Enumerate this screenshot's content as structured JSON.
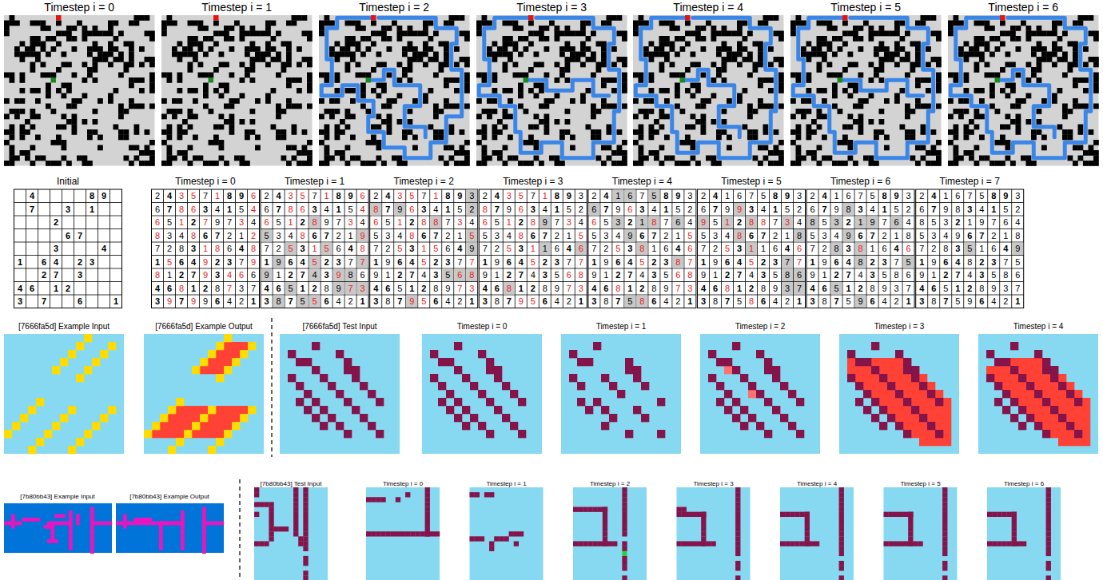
{
  "diagram": {
    "labels": [
      "Timestep i = 0",
      "Timestep i = 1",
      "Timestep i = 2",
      "Timestep i = 3",
      "Timestep i = 4",
      "Timestep i = 5",
      "Timestep i = 6",
      "Initial",
      "4",
      "8",
      "9",
      "7",
      "3",
      "1",
      "2",
      "6",
      "7",
      "3",
      "4",
      "1",
      "6",
      "4",
      "2",
      "3",
      "2",
      "7",
      "3",
      "4",
      "6",
      "1",
      "2",
      "3",
      "7",
      "6",
      "1",
      "Timestep i = 0",
      "2",
      "4",
      "3",
      "5",
      "7",
      "1",
      "8",
      "9",
      "6",
      "6",
      "7",
      "8",
      "6",
      "3",
      "4",
      "1",
      "5",
      "4",
      "6",
      "5",
      "1",
      "2",
      "7",
      "9",
      "7",
      "3",
      "4",
      "8",
      "3",
      "4",
      "8",
      "6",
      "7",
      "2",
      "1",
      "2",
      "7",
      "2",
      "8",
      "3",
      "1",
      "8",
      "6",
      "4",
      "8",
      "1",
      "5",
      "6",
      "4",
      "9",
      "2",
      "3",
      "7",
      "9",
      "8",
      "1",
      "2",
      "7",
      "9",
      "3",
      "4",
      "6",
      "6",
      "4",
      "6",
      "8",
      "1",
      "2",
      "8",
      "7",
      "3",
      "7",
      "3",
      "9",
      "7",
      "9",
      "9",
      "6",
      "4",
      "2",
      "1",
      "Timestep i = 1",
      "2",
      "4",
      "3",
      "5",
      "7",
      "1",
      "8",
      "9",
      "6",
      "6",
      "7",
      "8",
      "6",
      "3",
      "4",
      "1",
      "5",
      "4",
      "6",
      "5",
      "1",
      "2",
      "8",
      "9",
      "7",
      "3",
      "4",
      "5",
      "3",
      "4",
      "8",
      "6",
      "7",
      "2",
      "1",
      "9",
      "7",
      "2",
      "5",
      "3",
      "1",
      "5",
      "6",
      "4",
      "8",
      "1",
      "9",
      "6",
      "4",
      "5",
      "2",
      "3",
      "7",
      "7",
      "9",
      "1",
      "2",
      "7",
      "4",
      "3",
      "9",
      "8",
      "6",
      "4",
      "6",
      "5",
      "1",
      "2",
      "8",
      "9",
      "7",
      "3",
      "3",
      "8",
      "7",
      "5",
      "5",
      "6",
      "4",
      "2",
      "1",
      "Timestep i = 2",
      "2",
      "4",
      "3",
      "5",
      "7",
      "1",
      "8",
      "9",
      "3",
      "8",
      "7",
      "9",
      "6",
      "3",
      "4",
      "1",
      "5",
      "2",
      "6",
      "5",
      "1",
      "2",
      "8",
      "8",
      "7",
      "3",
      "4",
      "5",
      "3",
      "4",
      "8",
      "6",
      "7",
      "2",
      "1",
      "5",
      "7",
      "2",
      "5",
      "3",
      "1",
      "5",
      "6",
      "4",
      "9",
      "1",
      "9",
      "6",
      "4",
      "5",
      "2",
      "3",
      "7",
      "7",
      "9",
      "1",
      "2",
      "7",
      "4",
      "3",
      "5",
      "6",
      "8",
      "4",
      "6",
      "5",
      "1",
      "2",
      "8",
      "9",
      "7",
      "3",
      "3",
      "8",
      "7",
      "9",
      "5",
      "6",
      "4",
      "2",
      "1",
      "Timestep i = 3",
      "2",
      "4",
      "3",
      "5",
      "7",
      "1",
      "8",
      "9",
      "3",
      "8",
      "7",
      "9",
      "6",
      "3",
      "4",
      "1",
      "5",
      "2",
      "6",
      "5",
      "1",
      "2",
      "8",
      "9",
      "7",
      "3",
      "4",
      "5",
      "3",
      "4",
      "8",
      "6",
      "7",
      "2",
      "1",
      "5",
      "7",
      "2",
      "5",
      "3",
      "1",
      "1",
      "6",
      "4",
      "6",
      "1",
      "9",
      "6",
      "4",
      "5",
      "2",
      "3",
      "7",
      "7",
      "9",
      "1",
      "2",
      "7",
      "4",
      "3",
      "5",
      "6",
      "8",
      "4",
      "6",
      "8",
      "1",
      "2",
      "8",
      "9",
      "7",
      "3",
      "3",
      "8",
      "7",
      "9",
      "5",
      "6",
      "4",
      "2",
      "1",
      "Timestep i = 4",
      "2",
      "4",
      "1",
      "6",
      "7",
      "5",
      "8",
      "9",
      "3",
      "6",
      "7",
      "9",
      "6",
      "3",
      "4",
      "1",
      "5",
      "2",
      "6",
      "5",
      "3",
      "2",
      "1",
      "8",
      "7",
      "6",
      "4",
      "5",
      "3",
      "4",
      "9",
      "6",
      "7",
      "2",
      "1",
      "5",
      "7",
      "2",
      "5",
      "3",
      "8",
      "1",
      "6",
      "4",
      "6",
      "1",
      "9",
      "6",
      "4",
      "5",
      "2",
      "3",
      "8",
      "7",
      "9",
      "1",
      "2",
      "7",
      "4",
      "3",
      "5",
      "6",
      "8",
      "4",
      "6",
      "8",
      "1",
      "2",
      "8",
      "9",
      "7",
      "3",
      "3",
      "8",
      "7",
      "5",
      "8",
      "6",
      "4",
      "2",
      "1",
      "Timestep i = 5",
      "2",
      "4",
      "1",
      "6",
      "7",
      "5",
      "8",
      "9",
      "3",
      "6",
      "7",
      "9",
      "9",
      "3",
      "4",
      "1",
      "5",
      "2",
      "9",
      "5",
      "1",
      "2",
      "8",
      "8",
      "7",
      "3",
      "4",
      "5",
      "3",
      "4",
      "8",
      "6",
      "7",
      "2",
      "1",
      "8",
      "7",
      "2",
      "5",
      "3",
      "1",
      "1",
      "6",
      "4",
      "6",
      "1",
      "9",
      "6",
      "4",
      "5",
      "2",
      "3",
      "7",
      "7",
      "9",
      "1",
      "2",
      "7",
      "4",
      "3",
      "5",
      "8",
      "6",
      "4",
      "6",
      "8",
      "1",
      "2",
      "8",
      "9",
      "3",
      "7",
      "3",
      "8",
      "7",
      "5",
      "8",
      "6",
      "4",
      "2",
      "1",
      "Timestep i = 6",
      "2",
      "4",
      "1",
      "6",
      "7",
      "5",
      "8",
      "9",
      "3",
      "6",
      "7",
      "9",
      "8",
      "3",
      "4",
      "1",
      "5",
      "2",
      "8",
      "5",
      "3",
      "2",
      "1",
      "9",
      "7",
      "6",
      "4",
      "5",
      "3",
      "4",
      "9",
      "6",
      "7",
      "2",
      "1",
      "8",
      "7",
      "2",
      "8",
      "3",
      "8",
      "1",
      "6",
      "4",
      "6",
      "1",
      "9",
      "6",
      "4",
      "8",
      "2",
      "3",
      "7",
      "5",
      "9",
      "1",
      "2",
      "7",
      "4",
      "3",
      "5",
      "8",
      "6",
      "4",
      "6",
      "5",
      "1",
      "2",
      "8",
      "9",
      "3",
      "7",
      "3",
      "8",
      "7",
      "5",
      "9",
      "6",
      "4",
      "2",
      "1",
      "Timestep i = 7",
      "2",
      "4",
      "1",
      "6",
      "7",
      "5",
      "8",
      "9",
      "3",
      "6",
      "7",
      "9",
      "8",
      "3",
      "4",
      "1",
      "5",
      "2",
      "8",
      "5",
      "3",
      "2",
      "1",
      "9",
      "7",
      "6",
      "4",
      "5",
      "3",
      "4",
      "9",
      "6",
      "7",
      "2",
      "1",
      "8",
      "7",
      "2",
      "8",
      "3",
      "5",
      "1",
      "6",
      "4",
      "9",
      "1",
      "9",
      "6",
      "4",
      "8",
      "2",
      "3",
      "7",
      "5",
      "9",
      "1",
      "2",
      "7",
      "4",
      "3",
      "5",
      "8",
      "6",
      "4",
      "6",
      "5",
      "1",
      "2",
      "8",
      "9",
      "3",
      "7",
      "3",
      "8",
      "7",
      "5",
      "9",
      "6",
      "4",
      "2",
      "1",
      "[7666fa5d] Example Input",
      "[7666fa5d] Example Output",
      "[7666fa5d] Test Input",
      "Timestep i = 0",
      "Timestep i = 1",
      "Timestep i = 2",
      "Timestep i = 3",
      "Timestep i = 4",
      "[7b80bb43] Example Input",
      "[7b80bb43] Example Output",
      "[7b80bb43] Test Input",
      "Timestep i = 0",
      "Timestep i = 1",
      "Timestep i = 2",
      "Timestep i = 3",
      "Timestep i = 4",
      "Timestep i = 5",
      "Timestep i = 6"
    ]
  }
}
